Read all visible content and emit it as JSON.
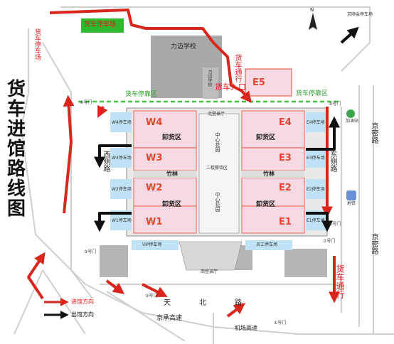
{
  "title": "货车进馆路线图",
  "colors": {
    "entry_arrow": "#d9261c",
    "exit_arrow": "#111111",
    "hall": "#f7d9e3",
    "hall_label": "#e8452e",
    "parking_green": "#2db82d",
    "dash_green": "#3ec23e",
    "lot": "#bfe3f5"
  },
  "labels": {
    "truck_parking_top": "货车停车场",
    "truck_parking_left": "货车停车场",
    "school": "力迈学校",
    "school_side": "力迈学校",
    "truck_entrance": "货车入口",
    "truck_road_top": "货车通行",
    "truck_stop_left": "货车停靠区",
    "truck_stop_right": "货车停靠区",
    "north_hall": "北登录厅",
    "center_garden_n": "中心花园",
    "center_garden_s": "中心花园",
    "center_2f": "二楼餐饮区",
    "unload_w4": "卸货区",
    "unload_e4": "卸货区",
    "unload_w1": "卸货区",
    "unload_e1": "卸货区",
    "bamboo_w": "竹林",
    "bamboo_e": "竹林",
    "west_road": "西侧路",
    "east_road": "东侧路",
    "jingmi_1": "京密路",
    "jingmi_2": "京密路",
    "tianbei": "天北路",
    "jingcheng": "京承高速",
    "airport": "机场高速",
    "truck_road_right": "货车通行",
    "vip_parking": "VIP停车场",
    "staff_parking": "员工停车场",
    "south_hall": "南登录厅",
    "gas": "加油站",
    "subway": "地铁",
    "top_right_road": "京顺会停车场",
    "w4_lot": "W4停车场",
    "w3_lot": "W3停车场",
    "w2_lot": "W2停车场",
    "w1_lot": "W1停车场",
    "e4_lot": "E4停车场",
    "e3_lot": "E3停车场",
    "e2_lot": "E2停车场",
    "e1_lot": "E1停车场",
    "gate1": "①号门",
    "gate2": "②号门",
    "gate3": "③号门",
    "gate4": "④号门",
    "gate5": "⑤号门",
    "gate6": "⑥号门",
    "gate7": "⑦号门"
  },
  "halls": [
    "W4",
    "W3",
    "W2",
    "W1",
    "E4",
    "E3",
    "E2",
    "E1",
    "E5"
  ],
  "legend": {
    "entry": "进馆方向",
    "exit": "出馆方向"
  }
}
